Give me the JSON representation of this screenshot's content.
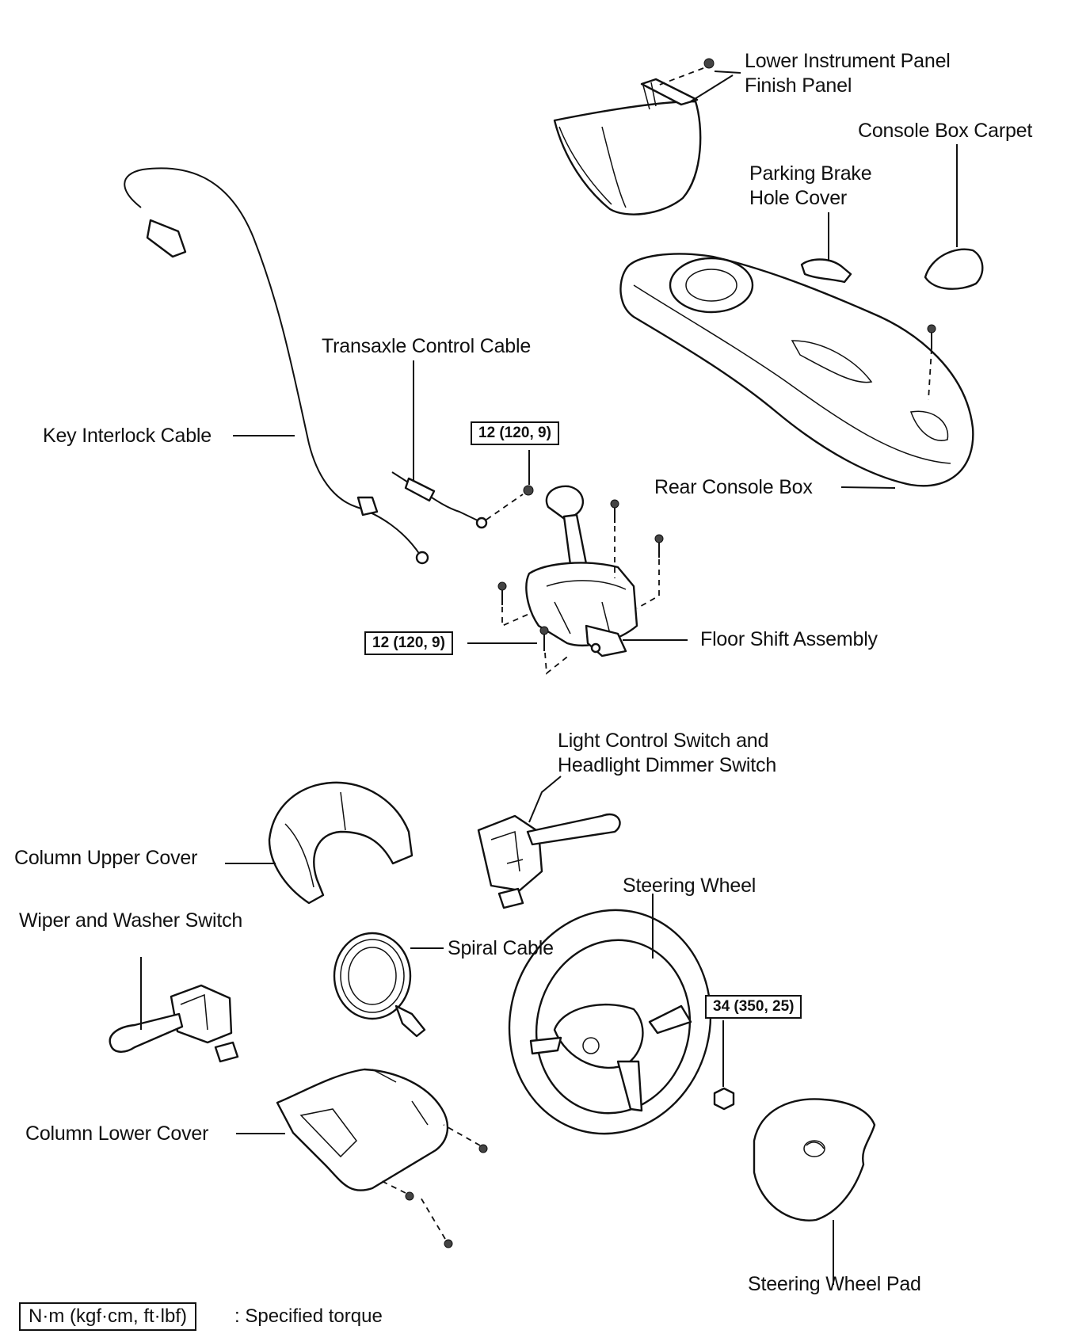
{
  "labels": {
    "lower_instrument_panel": [
      "Lower Instrument Panel",
      "Finish Panel"
    ],
    "console_box_carpet": "Console Box Carpet",
    "parking_brake_hole_cover": [
      "Parking Brake",
      "Hole Cover"
    ],
    "transaxle_control_cable": "Transaxle Control Cable",
    "key_interlock_cable": "Key Interlock Cable",
    "rear_console_box": "Rear Console Box",
    "floor_shift_assembly": "Floor Shift Assembly",
    "light_control_switch": [
      "Light Control Switch and",
      "Headlight Dimmer Switch"
    ],
    "column_upper_cover": "Column Upper Cover",
    "steering_wheel": "Steering Wheel",
    "wiper_washer_switch": "Wiper and Washer Switch",
    "spiral_cable": "Spiral Cable",
    "column_lower_cover": "Column Lower Cover",
    "steering_wheel_pad": "Steering Wheel Pad"
  },
  "torques": {
    "floor_shift_nut": "12 (120, 9)",
    "floor_shift_bolt": "12 (120, 9)",
    "steering_wheel_nut": "34 (350, 25)"
  },
  "legend": {
    "units": "N·m (kgf·cm, ft·lbf)",
    "description": ": Specified torque"
  }
}
